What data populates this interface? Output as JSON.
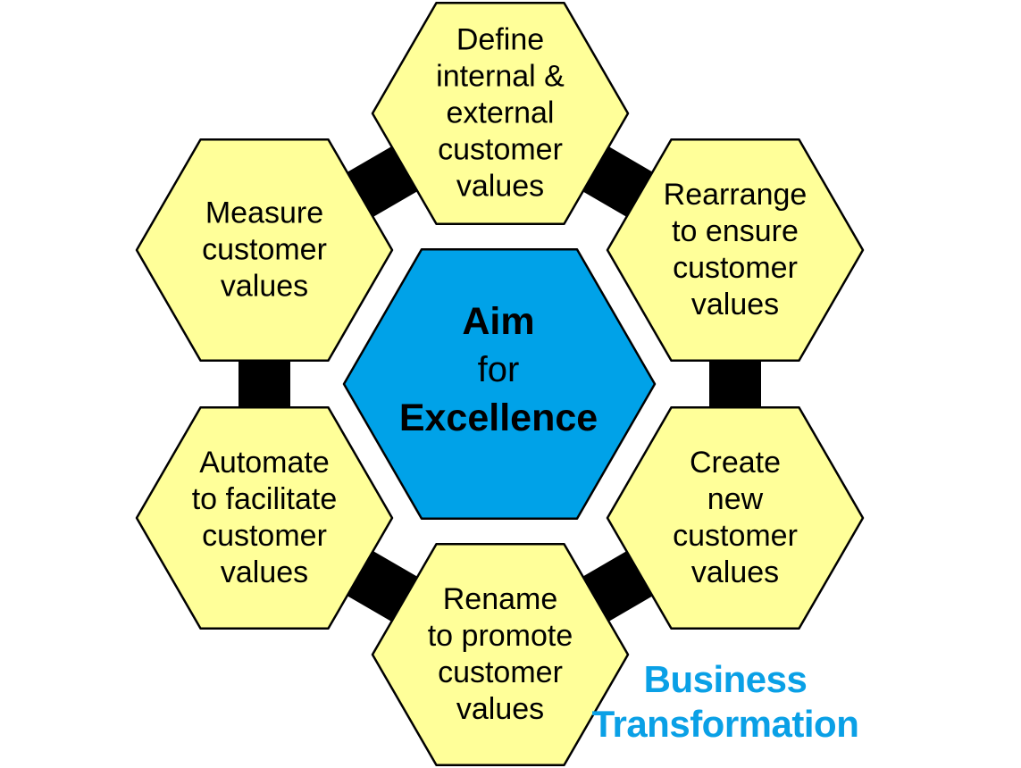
{
  "colors": {
    "outer_fill": "#ffff99",
    "center_fill": "#00a2e8",
    "stroke": "#000000",
    "connector": "#000000",
    "brand_text": "#0aa0e6"
  },
  "center": {
    "line1": "Aim",
    "line2": "for",
    "line3": "Excellence"
  },
  "steps": [
    {
      "id": "define",
      "lines": [
        "Define",
        "internal &",
        "external",
        "customer",
        "values"
      ]
    },
    {
      "id": "rearrange",
      "lines": [
        "Rearrange",
        "to ensure",
        "customer",
        "values"
      ]
    },
    {
      "id": "create",
      "lines": [
        "Create",
        "new",
        "customer",
        "values"
      ]
    },
    {
      "id": "rename",
      "lines": [
        "Rename",
        "to promote",
        "customer",
        "values"
      ]
    },
    {
      "id": "automate",
      "lines": [
        "Automate",
        "to facilitate",
        "customer",
        "values"
      ]
    },
    {
      "id": "measure",
      "lines": [
        "Measure",
        "customer",
        "values"
      ]
    }
  ],
  "brand": {
    "line1": "Business",
    "line2": "Transformation"
  }
}
